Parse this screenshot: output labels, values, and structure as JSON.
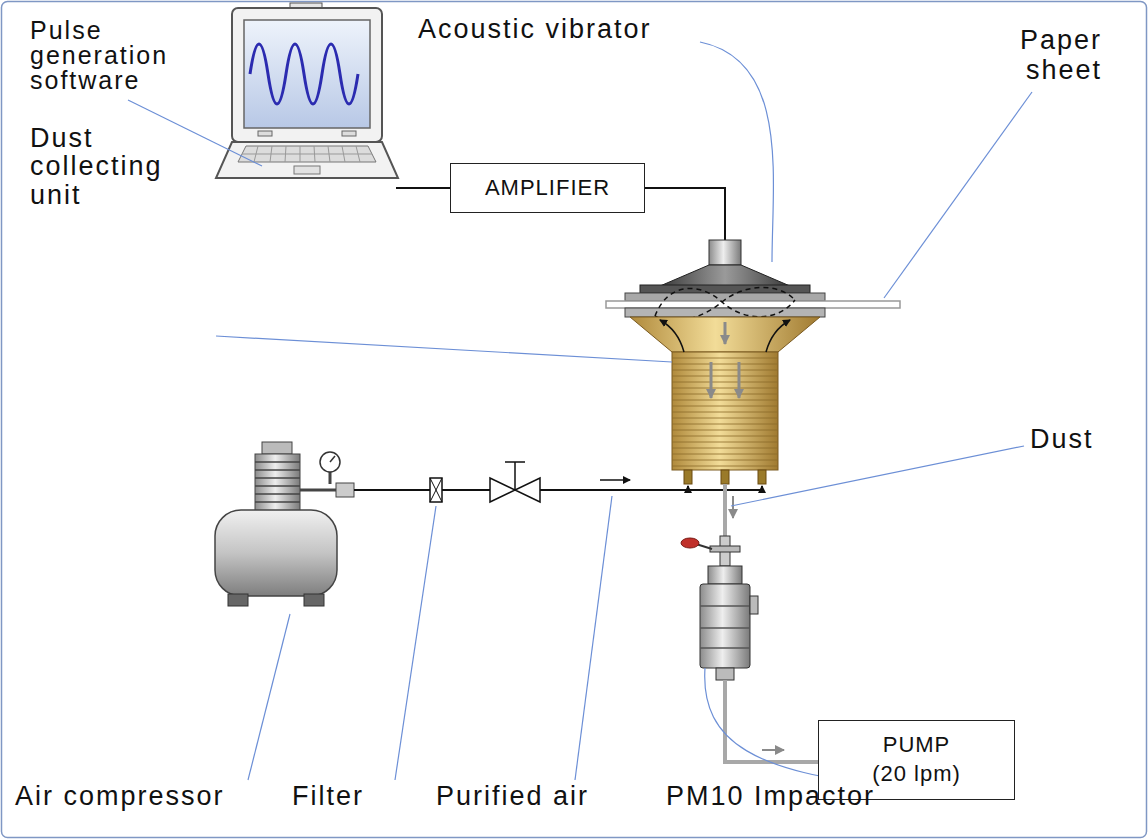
{
  "diagram": {
    "nodes": [
      {
        "text": [
          "AMPLIFIER"
        ]
      },
      {
        "text": [
          "PUMP (20 lpm)"
        ]
      }
    ],
    "labels": [
      "Pulse generation software",
      "Acoustic vibrator",
      "Paper sheet",
      "Dust collecting unit",
      "Dust",
      "Air compressor",
      "Filter",
      "Purified air",
      "PM10 Impactor"
    ]
  }
}
